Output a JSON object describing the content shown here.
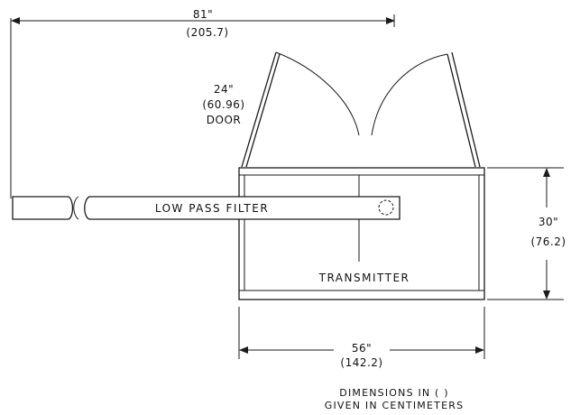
{
  "dimensions": {
    "overall_width": {
      "inches": "81\"",
      "cm": "(205.7)"
    },
    "door": {
      "inches": "24\"",
      "cm": "(60.96)",
      "label": "DOOR"
    },
    "height": {
      "inches": "30\"",
      "cm": "(76.2)"
    },
    "cabinet_width": {
      "inches": "56\"",
      "cm": "(142.2)"
    }
  },
  "labels": {
    "filter": "LOW PASS FILTER",
    "transmitter": "TRANSMITTER"
  },
  "note": {
    "line1": "DIMENSIONS IN ( )",
    "line2": "GIVEN IN CENTIMETERS"
  }
}
